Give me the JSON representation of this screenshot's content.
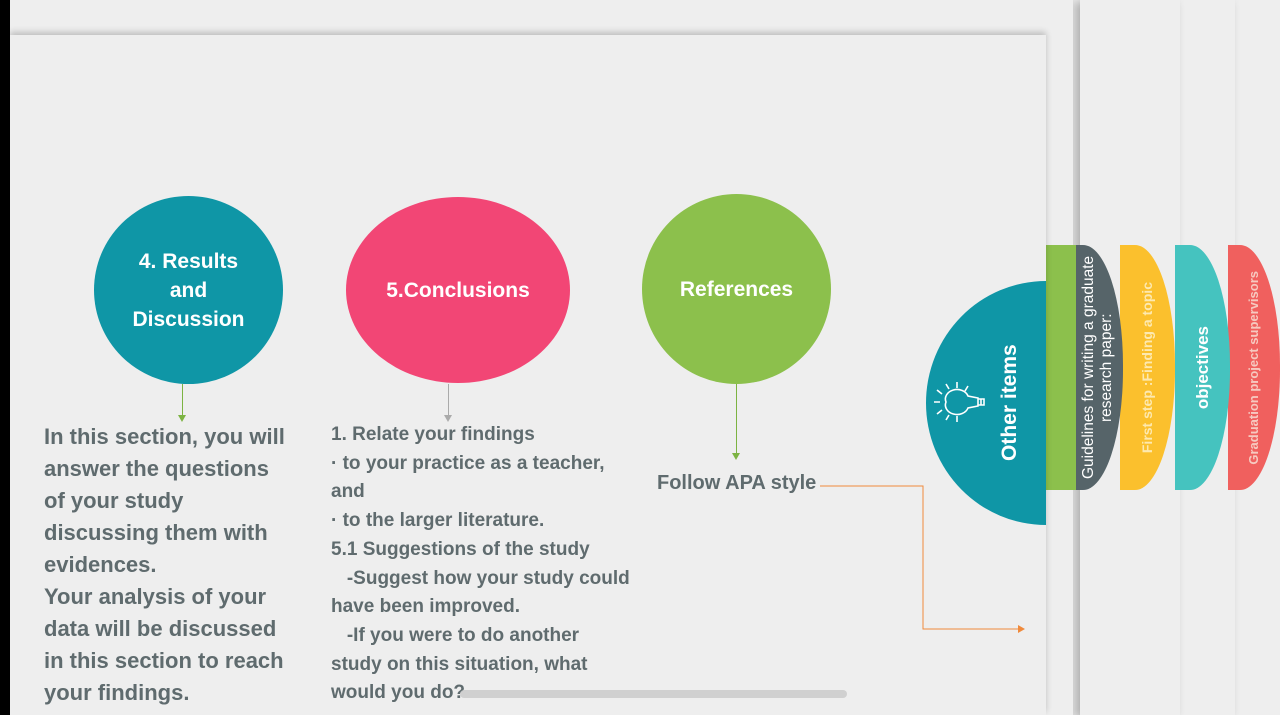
{
  "circles": [
    {
      "label": "4. Results\nand\nDiscussion",
      "color": "#0f96a6"
    },
    {
      "label": "5.Conclusions",
      "color": "#f24675"
    },
    {
      "label": "References",
      "color": "#8cc04c"
    }
  ],
  "results_text": "In this section, you will\nanswer the questions\nof your study\ndiscussing them with\nevidences.\nYour analysis of your\ndata will be discussed\nin this section to reach\nyour findings.",
  "conclusions_text": "1. Relate your findings\n· to your practice as a teacher,\nand\n· to the larger literature.\n5.1 Suggestions of the study\n   -Suggest how your study could\nhave been improved.\n   -If you were to do another\nstudy on this situation, what\nwould you do?",
  "references_text": "Follow APA style",
  "tabs": {
    "other_items": "Other items",
    "guidelines": "Guidelines for writing a\ngraduate research  paper:",
    "first_step": "First step :Finding a\ntopic",
    "objectives": "objectives",
    "supervisors": "Graduation project\nsupervisors"
  },
  "colors": {
    "teal": "#0f96a6",
    "green": "#8cc04c",
    "slate": "#566469",
    "yellow": "#fbc02d",
    "aqua": "#45c3bf",
    "red": "#f0605e"
  }
}
